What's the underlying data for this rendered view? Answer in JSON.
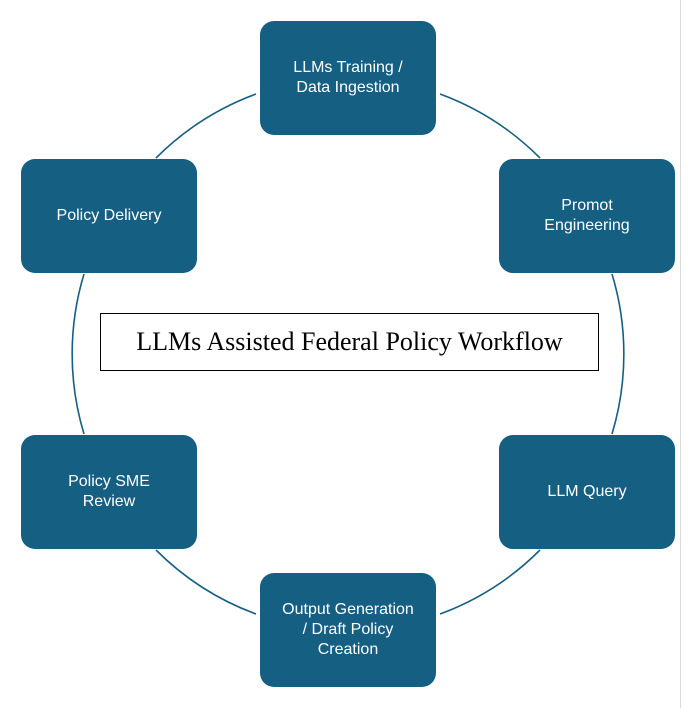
{
  "colors": {
    "node_fill": "#155f82",
    "node_text": "#ffffff",
    "ring_stroke": "#155f82",
    "title_border": "#000000"
  },
  "diagram": {
    "title": "LLMs Assisted Federal Policy Workflow",
    "nodes": [
      {
        "id": "training",
        "label": "LLMs Training /\nData Ingestion"
      },
      {
        "id": "prompt",
        "label": "Promot\nEngineering"
      },
      {
        "id": "query",
        "label": "LLM Query"
      },
      {
        "id": "output",
        "label": "Output Generation\n/ Draft Policy\nCreation"
      },
      {
        "id": "review",
        "label": "Policy SME\nReview"
      },
      {
        "id": "delivery",
        "label": "Policy Delivery"
      }
    ]
  }
}
